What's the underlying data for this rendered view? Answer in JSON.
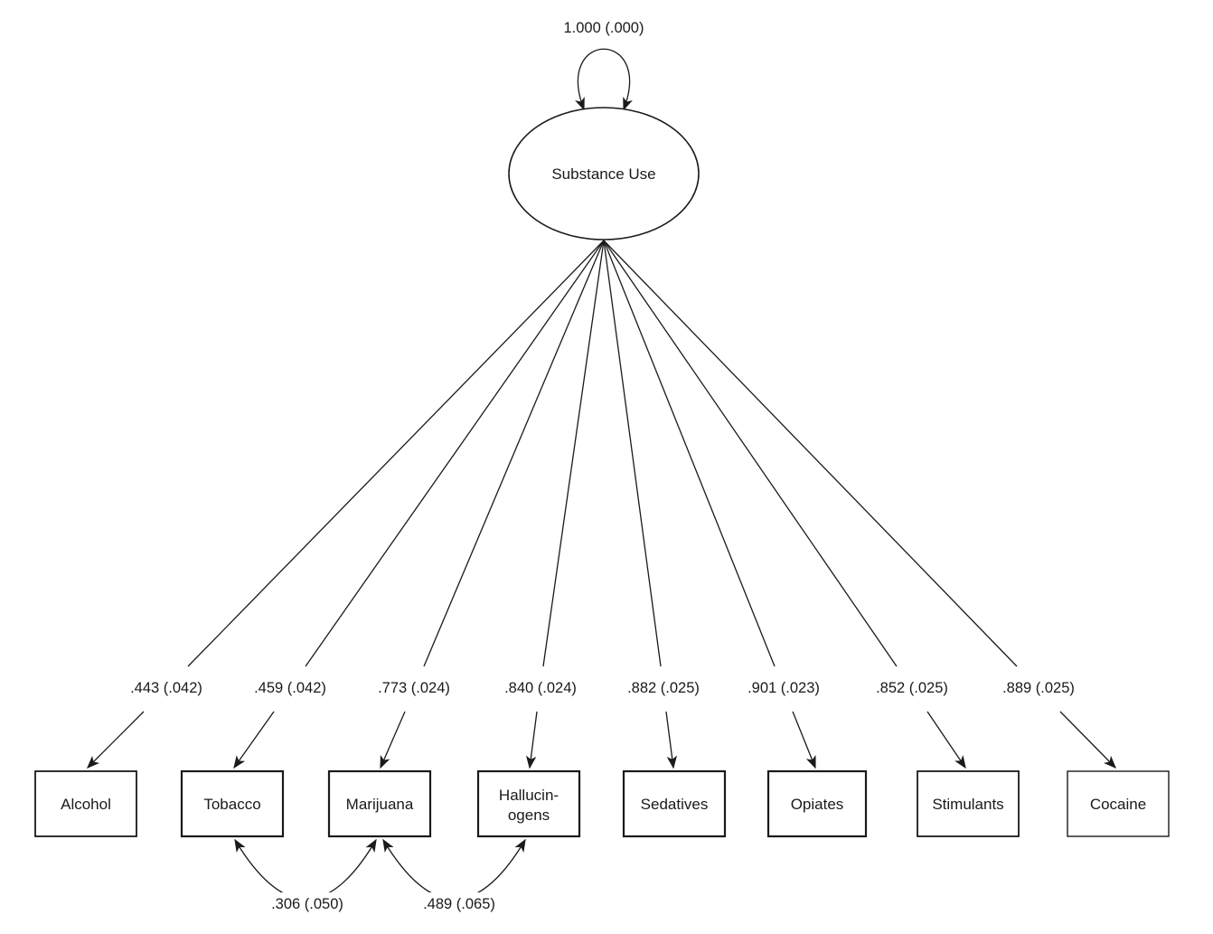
{
  "figure": {
    "latent": {
      "label": "Substance Use",
      "variance_label": "1.000 (.000)"
    },
    "indicators": [
      {
        "label": "Alcohol",
        "loading": ".443 (.042)"
      },
      {
        "label": "Tobacco",
        "loading": ".459 (.042)"
      },
      {
        "label": "Marijuana",
        "loading": ".773 (.024)"
      },
      {
        "label": "Hallucin-ogens",
        "label_line1": "Hallucin-",
        "label_line2": "ogens",
        "loading": ".840 (.024)"
      },
      {
        "label": "Sedatives",
        "loading": ".882 (.025)"
      },
      {
        "label": "Opiates",
        "loading": ".901 (.023)"
      },
      {
        "label": "Stimulants",
        "loading": ".852 (.025)"
      },
      {
        "label": "Cocaine",
        "loading": ".889 (.025)"
      }
    ],
    "residual_correlations": [
      {
        "between": "Tobacco - Marijuana",
        "value": ".306 (.050)"
      },
      {
        "between": "Marijuana - Hallucinogens",
        "value": ".489 (.065)"
      }
    ]
  }
}
